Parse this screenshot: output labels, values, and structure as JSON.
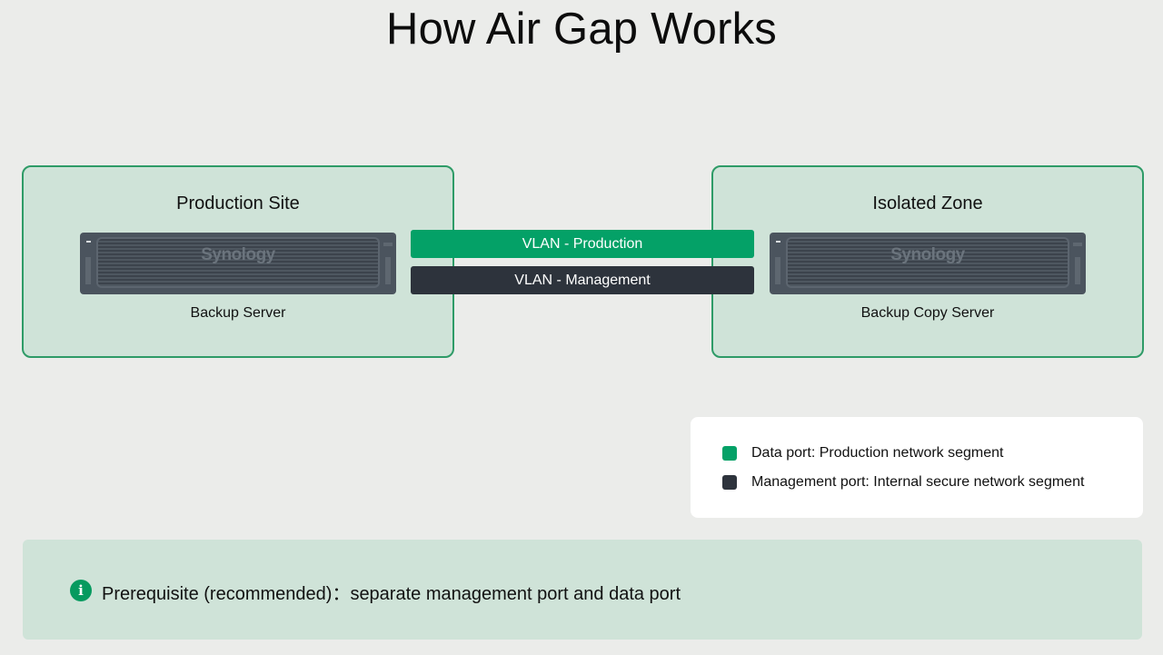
{
  "title": "How Air Gap Works",
  "zones": [
    {
      "title": "Production Site",
      "server_brand": "Synology",
      "server_label": "Backup Server"
    },
    {
      "title": "Isolated Zone",
      "server_brand": "Synology",
      "server_label": "Backup Copy Server"
    }
  ],
  "vlans": [
    {
      "label": "VLAN - Production",
      "color": "#04a167"
    },
    {
      "label": "VLAN - Management",
      "color": "#2d333c"
    }
  ],
  "legend": [
    {
      "label": "Data port: Production network segment",
      "color": "#04a167"
    },
    {
      "label": "Management port: Internal secure network segment",
      "color": "#2d333c"
    }
  ],
  "note": {
    "icon": "info-icon",
    "icon_glyph": "i",
    "text": "Prerequisite (recommended)：separate management port and data port"
  }
}
